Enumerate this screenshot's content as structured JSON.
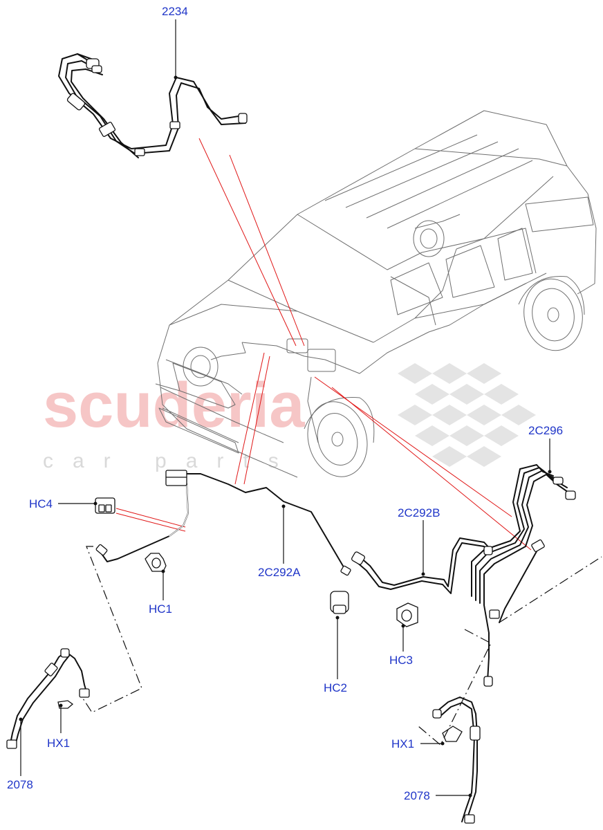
{
  "watermark": {
    "brand": "scuderia",
    "subtitle": "car parts"
  },
  "labels": {
    "p2234": "2234",
    "p2c296": "2C296",
    "p2c292b": "2C292B",
    "p2c292a": "2C292A",
    "hc4": "HC4",
    "hc1": "HC1",
    "hc2": "HC2",
    "hc3": "HC3",
    "hx1_left": "HX1",
    "hx1_right": "HX1",
    "p2078_left": "2078",
    "p2078_right": "2078"
  },
  "colors": {
    "label_text": "#1f35c8",
    "callout_line": "#e01515",
    "watermark_red": "#f6c6c6",
    "watermark_grey": "#d9d9d9"
  }
}
